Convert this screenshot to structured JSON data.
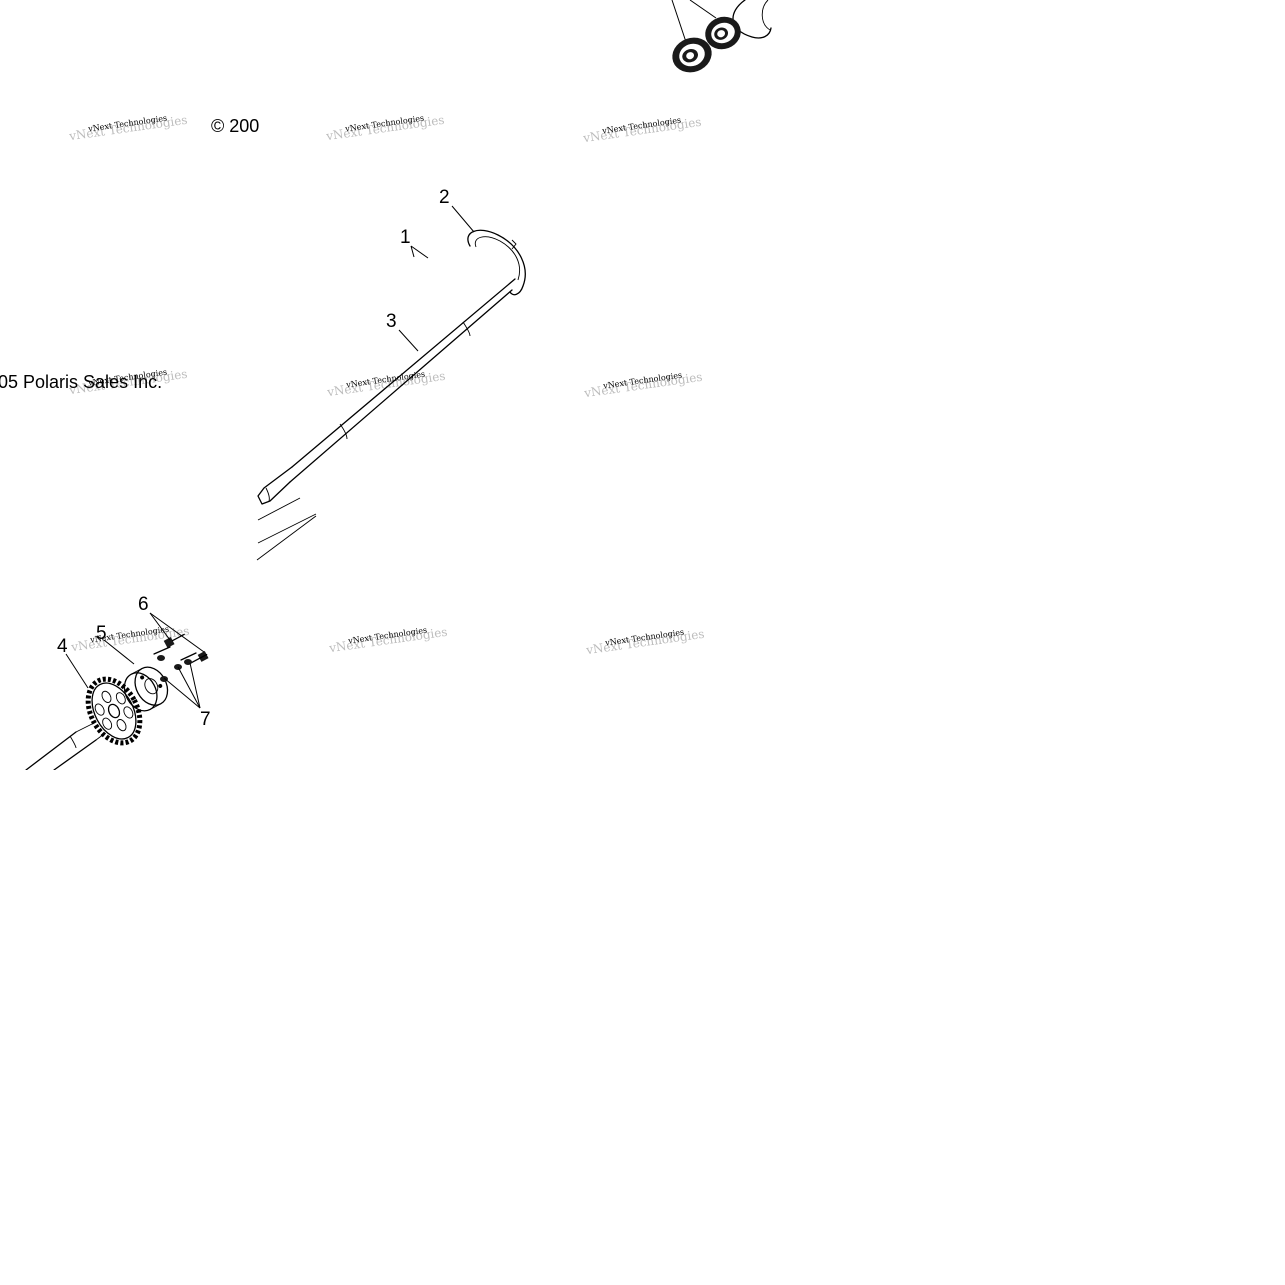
{
  "diagram": {
    "copyright_fragment_top": "© 200",
    "copyright_fragment_left": "05 Polaris Sales Inc.",
    "callouts": [
      "1",
      "2",
      "3",
      "4",
      "5",
      "6",
      "7"
    ],
    "watermark": {
      "line1": "vNext Technologies",
      "line2": "vNext Technologies"
    }
  }
}
